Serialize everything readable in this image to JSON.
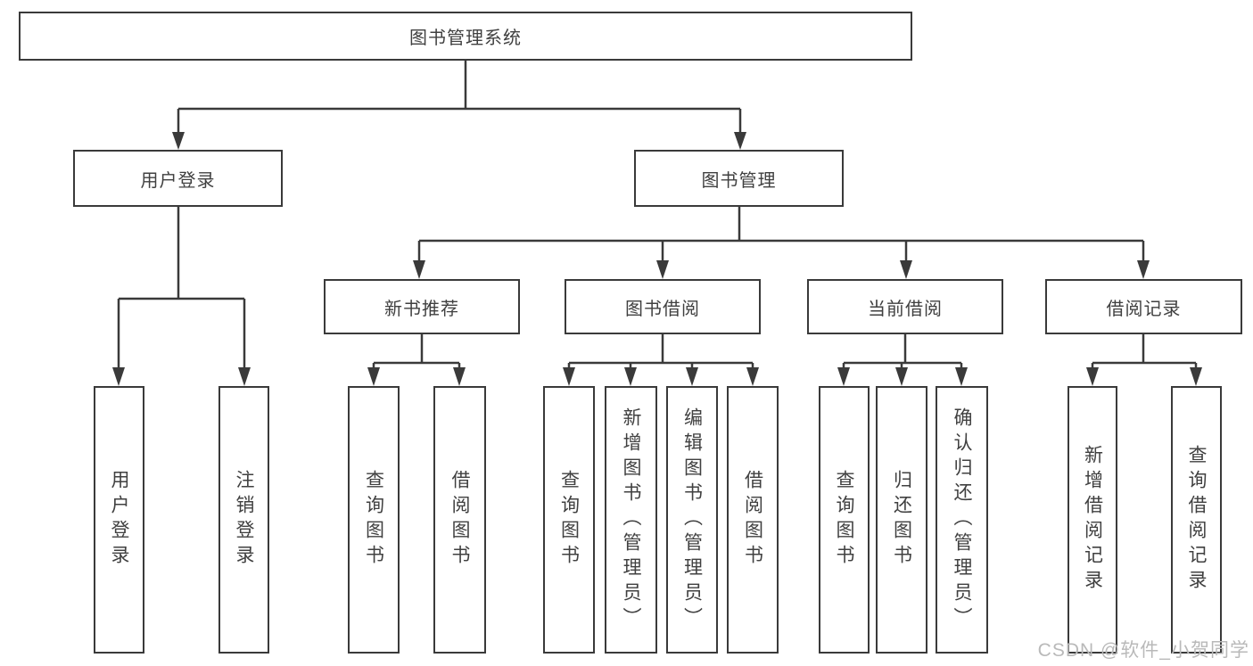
{
  "diagram": {
    "root": {
      "label": "图书管理系统"
    },
    "branches": [
      {
        "label": "用户登录",
        "children": [
          {
            "label": "用户登录"
          },
          {
            "label": "注销登录"
          }
        ]
      },
      {
        "label": "图书管理",
        "children": [
          {
            "label": "新书推荐",
            "children": [
              {
                "label": "查询图书"
              },
              {
                "label": "借阅图书"
              }
            ]
          },
          {
            "label": "图书借阅",
            "children": [
              {
                "label": "查询图书"
              },
              {
                "label": "新增图书（管理员）"
              },
              {
                "label": "编辑图书（管理员）"
              },
              {
                "label": "借阅图书"
              }
            ]
          },
          {
            "label": "当前借阅",
            "children": [
              {
                "label": "查询图书"
              },
              {
                "label": "归还图书"
              },
              {
                "label": "确认归还（管理员）"
              }
            ]
          },
          {
            "label": "借阅记录",
            "children": [
              {
                "label": "新增借阅记录"
              },
              {
                "label": "查询借阅记录"
              }
            ]
          }
        ]
      }
    ]
  },
  "watermark": {
    "text": "CSDN @软件_小贺同学"
  },
  "colors": {
    "line": "#3a3a3a",
    "text": "#404040",
    "watermark": "#b9b9b9",
    "background": "#ffffff"
  }
}
